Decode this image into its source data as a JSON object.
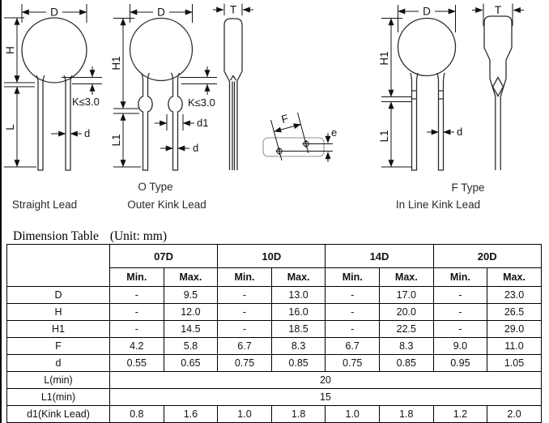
{
  "colors": {
    "line": "#2c2c31",
    "dimension": "#141414",
    "table_border": "#000000",
    "background": "#ffffff"
  },
  "figures": {
    "straight": {
      "caption": "Straight Lead",
      "dim_D": "D",
      "dim_H": "H",
      "dim_L": "L",
      "dim_d": "d",
      "dim_K": "K≤3.0"
    },
    "o_type": {
      "name": "O Type",
      "caption": "Outer Kink Lead",
      "dim_D": "D",
      "dim_H1": "H1",
      "dim_L1": "L1",
      "dim_d": "d",
      "dim_d1": "d1",
      "dim_K": "K≤3.0",
      "dim_T": "T"
    },
    "bottom_view": {
      "dim_F": "F",
      "dim_e": "e"
    },
    "f_type": {
      "name": "F Type",
      "caption": "In Line Kink Lead",
      "dim_D": "D",
      "dim_H1": "H1",
      "dim_L1": "L1",
      "dim_d": "d",
      "dim_T": "T"
    }
  },
  "table": {
    "title": "Dimension Table",
    "unit": "(Unit: mm)",
    "groups": [
      "07D",
      "10D",
      "14D",
      "20D"
    ],
    "sub": [
      "Min.",
      "Max."
    ],
    "rows": [
      {
        "label": "D",
        "v": [
          "-",
          "9.5",
          "-",
          "13.0",
          "-",
          "17.0",
          "-",
          "23.0"
        ]
      },
      {
        "label": "H",
        "v": [
          "-",
          "12.0",
          "-",
          "16.0",
          "-",
          "20.0",
          "-",
          "26.5"
        ]
      },
      {
        "label": "H1",
        "v": [
          "-",
          "14.5",
          "-",
          "18.5",
          "-",
          "22.5",
          "-",
          "29.0"
        ]
      },
      {
        "label": "F",
        "v": [
          "4.2",
          "5.8",
          "6.7",
          "8.3",
          "6.7",
          "8.3",
          "9.0",
          "11.0"
        ]
      },
      {
        "label": "d",
        "v": [
          "0.55",
          "0.65",
          "0.75",
          "0.85",
          "0.75",
          "0.85",
          "0.95",
          "1.05"
        ]
      },
      {
        "label": "L(min)",
        "span": "20"
      },
      {
        "label": "L1(min)",
        "span": "15"
      },
      {
        "label": "d1(Kink Lead)",
        "v": [
          "0.8",
          "1.6",
          "1.0",
          "1.8",
          "1.0",
          "1.8",
          "1.2",
          "2.0"
        ]
      }
    ]
  }
}
